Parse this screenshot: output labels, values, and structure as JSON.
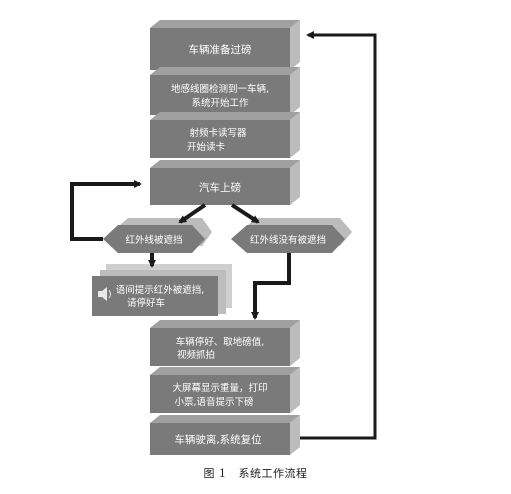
{
  "flowchart": {
    "nodes": {
      "car_ready": {
        "lines": [
          "车辆准备过磅"
        ]
      },
      "loop_detect": {
        "lines": [
          "地感线圈检测到一车辆,",
          "系统开始工作"
        ]
      },
      "rf_reader": {
        "lines": [
          "射频卡读写器",
          "开始读卡"
        ]
      },
      "car_on_scale": {
        "lines": [
          "汽车上磅"
        ]
      },
      "ir_blocked": {
        "lines": [
          "红外线被遮挡"
        ]
      },
      "ir_clear": {
        "lines": [
          "红外线没有被遮挡"
        ]
      },
      "voice_prompt": {
        "lines": [
          "语间提示红外被遮挡,",
          "请停好车"
        ]
      },
      "car_parked": {
        "lines": [
          "车辆停好、取地磅值,",
          "视频抓拍"
        ]
      },
      "display_print": {
        "lines": [
          "大屏幕显示重量，打印",
          "小票,语音提示下磅"
        ]
      },
      "car_leaves": {
        "lines": [
          "车辆驶离,系统复位"
        ]
      }
    }
  },
  "caption": {
    "figure_label": "图 1",
    "title": "系统工作流程"
  },
  "colors": {
    "box_fill": "#7a7a7a",
    "box_top": "#9a9a9a",
    "box_side": "#b4b4b4",
    "arrow": "#1a1a1a"
  }
}
